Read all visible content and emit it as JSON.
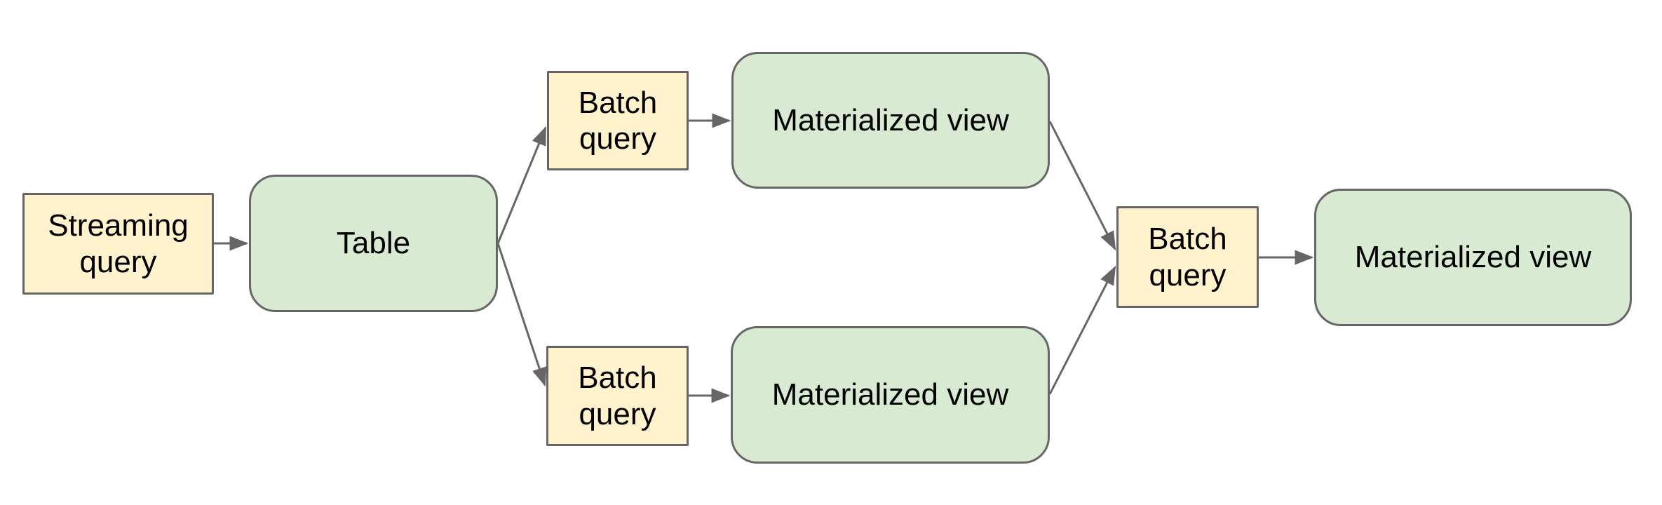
{
  "diagram": {
    "title": "",
    "colors": {
      "query_node_fill": "#fff2cc",
      "entity_node_fill": "#d9ead3",
      "node_border": "#666666",
      "arrow": "#666666",
      "text": "#000000",
      "background": "#ffffff"
    },
    "nodes": {
      "streaming_query": {
        "label": "Streaming query",
        "kind": "query"
      },
      "table": {
        "label": "Table",
        "kind": "entity"
      },
      "batch_query_top": {
        "label": "Batch query",
        "kind": "query"
      },
      "materialized_view_top": {
        "label": "Materialized view",
        "kind": "entity"
      },
      "batch_query_bottom": {
        "label": "Batch query",
        "kind": "query"
      },
      "materialized_view_bottom": {
        "label": "Materialized view",
        "kind": "entity"
      },
      "batch_query_right": {
        "label": "Batch query",
        "kind": "query"
      },
      "materialized_view_right": {
        "label": "Materialized view",
        "kind": "entity"
      }
    },
    "edges": [
      {
        "from": "streaming_query",
        "to": "table"
      },
      {
        "from": "table",
        "to": "batch_query_top"
      },
      {
        "from": "table",
        "to": "batch_query_bottom"
      },
      {
        "from": "batch_query_top",
        "to": "materialized_view_top"
      },
      {
        "from": "batch_query_bottom",
        "to": "materialized_view_bottom"
      },
      {
        "from": "materialized_view_top",
        "to": "batch_query_right"
      },
      {
        "from": "materialized_view_bottom",
        "to": "batch_query_right"
      },
      {
        "from": "batch_query_right",
        "to": "materialized_view_right"
      }
    ]
  }
}
